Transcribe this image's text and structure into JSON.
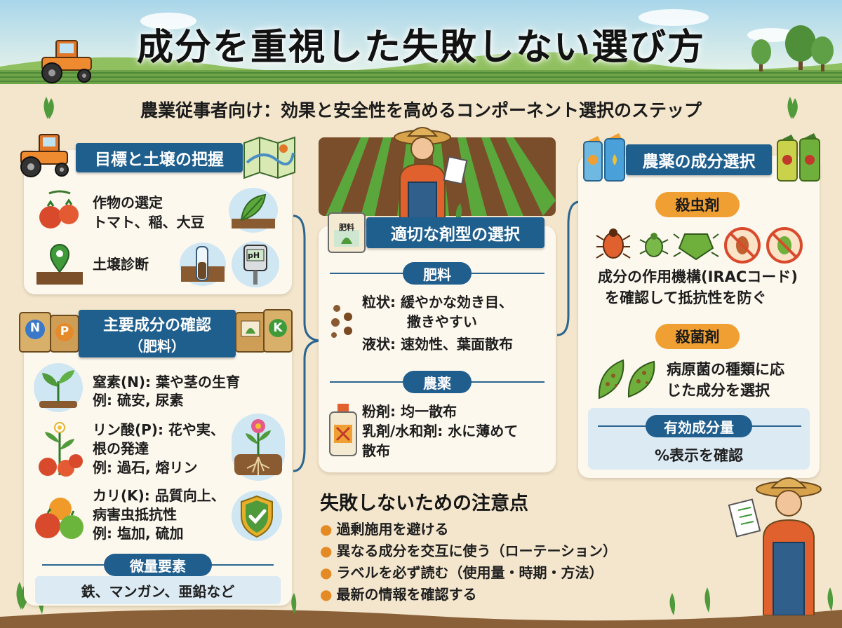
{
  "title": "成分を重視した失敗しない選び方",
  "subtitle": "農業従事者向け：効果と安全性を高めるコンポーネント選択のステップ",
  "sections": {
    "goal": {
      "heading": "目標と土壌の把握",
      "crop_line1": "作物の選定",
      "crop_line2": "トマト、稲、大豆",
      "soil": "土壌診断",
      "ph_label": "pH"
    },
    "nutrients": {
      "heading_line1": "主要成分の確認",
      "heading_line2": "（肥料）",
      "bag_n": "N",
      "bag_p": "P",
      "bag_k": "K",
      "nitrogen_line1": "窒素(N): 葉や茎の生育",
      "nitrogen_line2": "例: 硫安, 尿素",
      "phosphorus_line1": "リン酸(P): 花や実、",
      "phosphorus_line2": "根の発達",
      "phosphorus_line3": "例: 過石, 熔リン",
      "potassium_line1": "カリ(K): 品質向上、",
      "potassium_line2": "病害虫抵抗性",
      "potassium_line3": "例: 塩加, 硫加",
      "micro_label": "微量要素",
      "micro_text": "鉄、マンガン、亜鉛など"
    },
    "formulation": {
      "heading": "適切な剤型の選択",
      "bag_label": "肥料",
      "fertilizer_label": "肥料",
      "granular_line1": "粒状: 緩やかな効き目、",
      "granular_line2": "撒きやすい",
      "liquid": "液状: 速効性、葉面散布",
      "pesticide_label": "農薬",
      "powder": "粉剤: 均一散布",
      "emulsion_line1": "乳剤/水和剤: 水に薄めて",
      "emulsion_line2": "散布"
    },
    "pesticide": {
      "heading": "農薬の成分選択",
      "insecticide_label": "殺虫剤",
      "insecticide_line1": "成分の作用機構(IRACコード)",
      "insecticide_line2": "を確認して抵抗性を防ぐ",
      "fungicide_label": "殺菌剤",
      "fungicide_line1": "病原菌の種類に応",
      "fungicide_line2": "じた成分を選択",
      "active_label": "有効成分量",
      "active_text": "%表示を確認"
    },
    "cautions": {
      "heading": "失敗しないための注意点",
      "items": [
        "過剰施用を避ける",
        "異なる成分を交互に使う（ローテーション）",
        "ラベルを必ず読む（使用量・時期・方法）",
        "最新の情報を確認する"
      ]
    }
  },
  "colors": {
    "banner_blue": "#1f5f8e",
    "accent_orange": "#f0a033",
    "card_bg": "#fdf8ee",
    "page_bg": "#f3e6cd"
  }
}
